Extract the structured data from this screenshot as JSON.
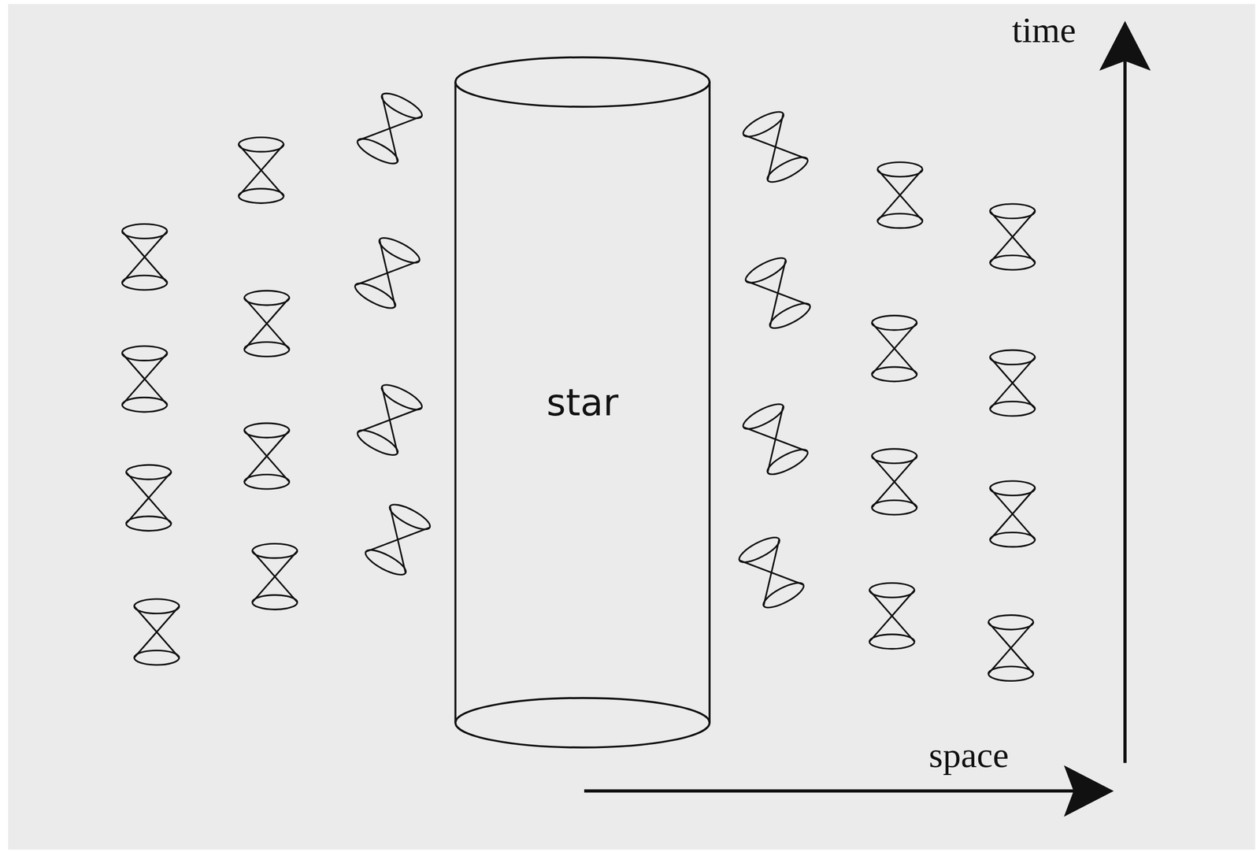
{
  "diagram": {
    "nodes": [
      {
        "text": [
          "star"
        ]
      }
    ],
    "labels": [
      "time",
      "space"
    ]
  }
}
